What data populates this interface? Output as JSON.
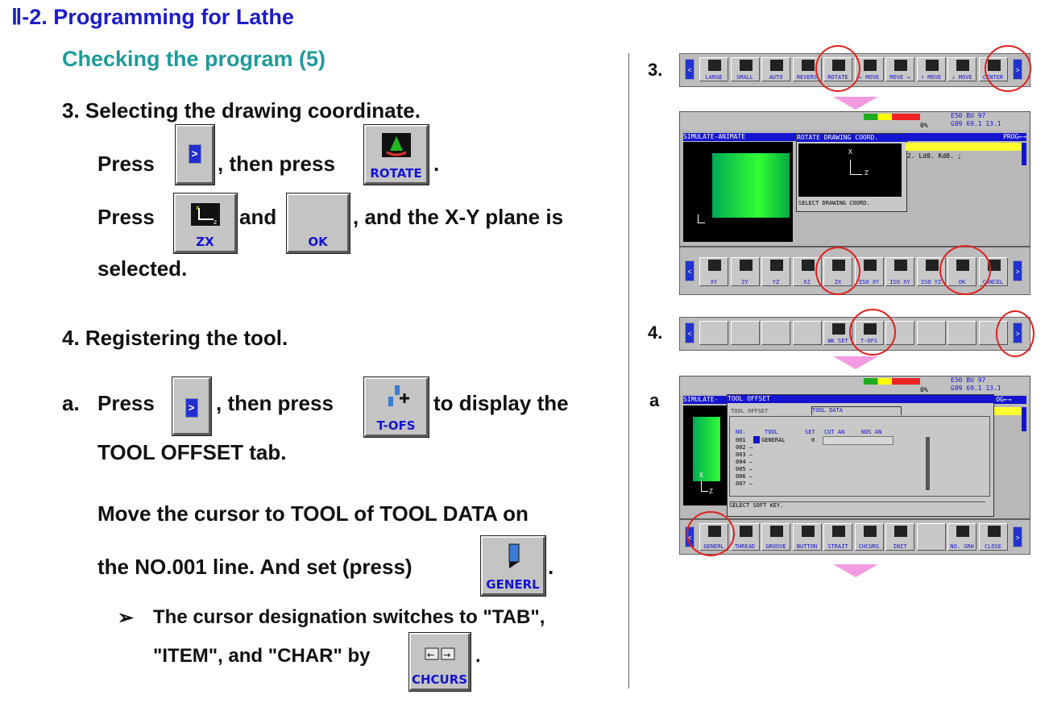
{
  "header": {
    "title": "Ⅱ-2. Programming for Lathe",
    "subtitle": "Checking the program (5)"
  },
  "step3": {
    "heading": "3.  Selecting the drawing coordinate.",
    "press1": "Press",
    "then_press": ", then press",
    "period1": ".",
    "press2": "Press",
    "and": "and",
    "xy_plane": ", and the X-Y plane is",
    "selected": "selected."
  },
  "step4": {
    "heading": "4.  Registering the tool."
  },
  "stepA": {
    "label": "a.",
    "press": "Press",
    "then_press": ", then press",
    "to_display": "to display the",
    "tab_line": "TOOL OFFSET tab.",
    "cursor_line": "Move the cursor to TOOL of TOOL DATA on",
    "set_line": "the NO.001 line. And set (press)",
    "period": ".",
    "bullet_line1": "The cursor designation switches to \"TAB\",",
    "bullet_line2": "\"ITEM\", and \"CHAR\" by",
    "bullet_period": ".",
    "bullet_mark": "➢"
  },
  "keys": {
    "rotate": "ROTATE",
    "zx": "ZX",
    "ok": "OK",
    "tofs": "T-OFS",
    "generl": "GENERL",
    "chcurs": "CHCURS",
    "chevron": ">"
  },
  "right": {
    "label3": "3.",
    "label4": "4.",
    "labela": "a",
    "bar3_keys": [
      "LARGE",
      "SMALL",
      "AUTO",
      "REVERS",
      "ROTATE",
      "← MOVE",
      "MOVE →",
      "↑ MOVE",
      "↓ MOVE",
      "CENTER"
    ],
    "plane_keys": [
      "XY",
      "ZY",
      "YZ",
      "XZ",
      "ZX",
      "ISO XY",
      "ISO XY",
      "ISO YZ",
      "OK",
      "CANCEL"
    ],
    "bar4_keys": [
      "",
      "",
      "",
      "",
      "WK SET",
      "T-OFS",
      "",
      "",
      "",
      ""
    ],
    "tool_keys": [
      "GENERL",
      "THREAD",
      "GROOVE",
      "BUTTON",
      "STRAIT",
      "CHCURS",
      "INIT",
      "",
      "NO. SRH",
      "CLOSE"
    ],
    "screen1": {
      "status_top": "E50  BU   97",
      "status_mid": "G99  69.1  13.1",
      "pct": "0%",
      "left_tab": "SIMULATE-ANIMATE",
      "dialog_title": "ROTATE DRAWING COORD.",
      "dialog_msg": "SELECT DRAWING COORD.",
      "prog": "PROG←→",
      "prog_text": "2. Ld0. Kd0. ;",
      "axis_x": "X",
      "axis_z": "Z"
    },
    "screen2": {
      "status_top": "E50  BU   97",
      "status_mid": "G99  69.1  13.1",
      "pct": "0%",
      "left_tab": "SIMULATE-",
      "dialog_title": "TOOL OFFSET",
      "item_tab": "ITEM←→ OG←→",
      "tab1": "TOOL OFFSET",
      "tab2": "TOOL DATA",
      "col_no": "NO.",
      "col_tool": "TOOL",
      "col_set": "SET",
      "col_cut": "CUT AN",
      "col_nos": "NOS AN",
      "row1_no": "001",
      "row1_tool": "GENERAL",
      "row1_set": "0",
      "rows": [
        "002  –",
        "003  –",
        "004  –",
        "005  –",
        "006  –",
        "007  –"
      ],
      "msg": "SELECT SOFT KEY.",
      "axis_x": "X",
      "axis_z": "Z"
    }
  }
}
